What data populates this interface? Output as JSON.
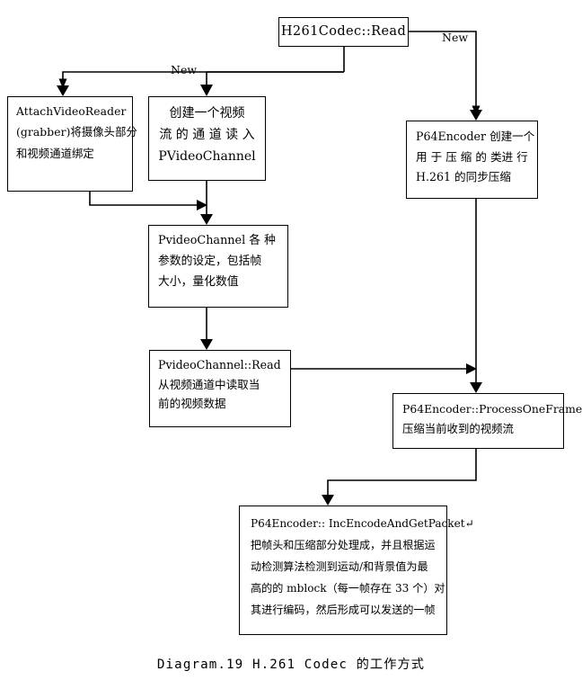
{
  "diagram": {
    "caption": "Diagram.19 H.261 Codec 的工作方式",
    "nodes": {
      "root": {
        "lines": [
          "H261Codec::Read"
        ]
      },
      "attach_video_reader": {
        "lines": [
          "AttachVideoReader",
          "(grabber)将摄像头部分",
          "和视频通道绑定"
        ]
      },
      "create_video_stream": {
        "lines": [
          "创建一个视频",
          "流 的 通 道 读 入",
          "PVideoChannel"
        ]
      },
      "p64encoder_new": {
        "lines": [
          "P64Encoder 创建一个",
          "用 于 压 缩 的 类进 行",
          "H.261 的同步压缩"
        ]
      },
      "pvideochannel_params": {
        "lines": [
          "PvideoChannel 各 种",
          "参数的设定，包括帧",
          "大小，量化数值"
        ]
      },
      "pvideochannel_read": {
        "lines": [
          "PvideoChannel::Read",
          "从视频通道中读取当",
          "前的视频数据"
        ]
      },
      "process_one_frame": {
        "lines": [
          "P64Encoder::ProcessOneFrame",
          "压缩当前收到的视频流"
        ]
      },
      "inc_encode_and_get_packet": {
        "lines": [
          "P64Encoder:: IncEncodeAndGetPacket↵",
          "把帧头和压缩部分处理成，并且根据运",
          "动检测算法检测到运动/和背景值为最",
          "高的的 mblock（每一帧存在 33 个）对",
          "其进行编码，然后形成可以发送的一帧"
        ]
      }
    },
    "edge_labels": {
      "new_left": "New",
      "new_right": "New"
    },
    "colors": {
      "stroke": "#000000",
      "background": "#ffffff",
      "text": "#000000"
    }
  }
}
